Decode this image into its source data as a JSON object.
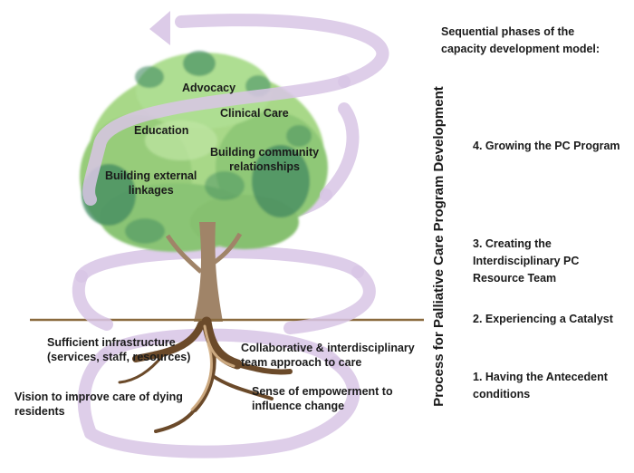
{
  "phases_heading": "Sequential phases of the capacity development model:",
  "process_title": "Process for Palliative Care Program Development",
  "canopy_labels": {
    "advocacy": "Advocacy",
    "clinical_care": "Clinical Care",
    "education": "Education",
    "community": "Building community\nrelationships",
    "external": "Building external\nlinkages"
  },
  "root_labels": {
    "infrastructure": "Sufficient infrastructure\n(services, staff, resources)",
    "collaborative": "Collaborative & interdisciplinary\nteam approach to care",
    "vision": "Vision to improve care of dying\nresidents",
    "empowerment": "Sense of empowerment to\ninfluence change"
  },
  "phases": [
    {
      "text": "4. Growing the PC Program"
    },
    {
      "text": "3. Creating the\nInterdisciplinary PC\nResource Team"
    },
    {
      "text": "2. Experiencing a Catalyst"
    },
    {
      "text": "1.    Having the Antecedent\n       conditions"
    }
  ],
  "colors": {
    "spiral": "#d9c6e6",
    "ground": "#8a6a3e",
    "trunk": "#a08468",
    "canopy_light": "#9fd47f",
    "canopy_dark": "#3f8a60"
  }
}
